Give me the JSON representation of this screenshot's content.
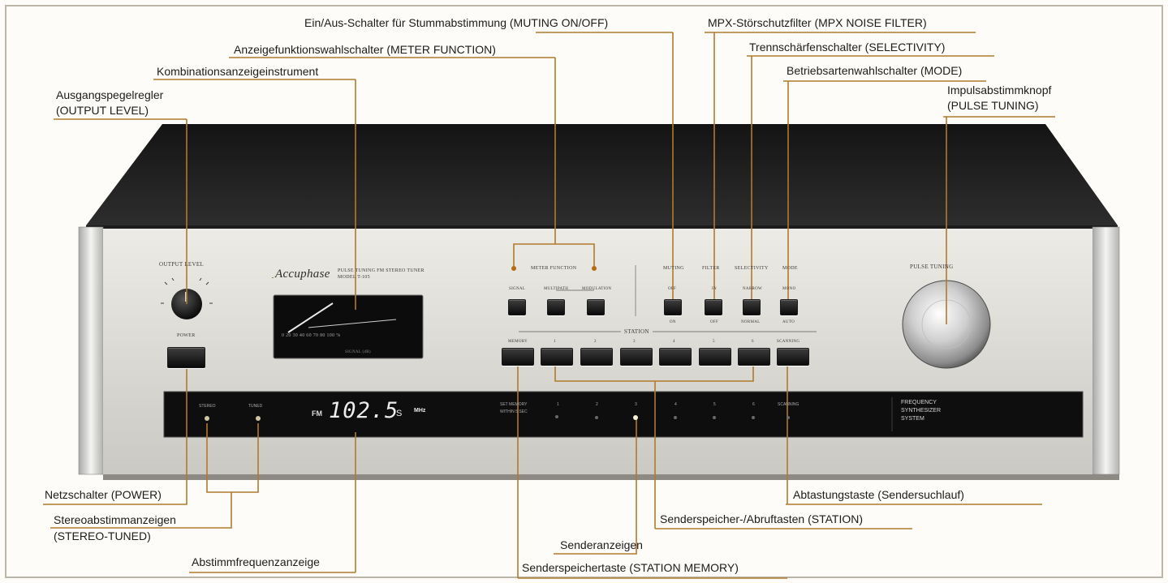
{
  "callouts": {
    "muting": "Ein/Aus-Schalter für Stummabstimmung (MUTING ON/OFF)",
    "mpx": "MPX-Störschutzfilter (MPX NOISE FILTER)",
    "meter_function": "Anzeigefunktionswahlschalter (METER FUNCTION)",
    "selectivity": "Trennschärfenschalter (SELECTIVITY)",
    "combination_meter": "Kombinationsanzeigeinstrument",
    "mode": "Betriebsartenwahlschalter (MODE)",
    "output_level_1": "Ausgangspegelregler",
    "output_level_2": "(OUTPUT LEVEL)",
    "pulse_tuning_1": "Impulsabstimmknopf",
    "pulse_tuning_2": "(PULSE TUNING)",
    "power": "Netzschalter (POWER)",
    "scanning": "Abtastungstaste (Sendersuchlauf)",
    "stereo_tuned_1": "Stereoabstimmanzeigen",
    "stereo_tuned_2": "(STEREO-TUNED)",
    "station_keys": "Senderspeicher-/Abruftasten (STATION)",
    "station_indicators": "Senderanzeigen",
    "tuning_display": "Abstimmfrequenzanzeige",
    "station_memory": "Senderspeichertaste (STATION MEMORY)"
  },
  "panel": {
    "output_level": "OUTPUT LEVEL",
    "power": "POWER",
    "brand": "Accuphase",
    "model_line1": "PULSE TUNING FM STEREO TUNER",
    "model_line2": "MODEL T-105",
    "meter_function": "METER FUNCTION",
    "meter_signal": "SIGNAL",
    "meter_multipath": "MULTIPATH",
    "meter_modulation": "MODULATION",
    "meter_scale": "0  20 30    40   60  70  80    100  %",
    "meter_caption": "SIGNAL (dB)",
    "muting": "MUTING",
    "filter": "FILTER",
    "selectivity": "SELECTIVITY",
    "mode": "MODE",
    "muting_off": "OFF",
    "muting_on": "ON",
    "filter_in": "IN",
    "filter_off": "OFF",
    "sel_narrow": "NARROW",
    "sel_normal": "NORMAL",
    "mode_mono": "MONO",
    "mode_auto": "AUTO",
    "station": "STATION",
    "station_memory": "MEMORY",
    "station_keys": [
      "1",
      "2",
      "3",
      "4",
      "5",
      "6"
    ],
    "scanning": "SCANNING",
    "pulse_tuning": "PULSE TUNING",
    "display_stereo": "STEREO",
    "display_tuned": "TUNED",
    "display_fm": "FM",
    "display_freq": "102.5",
    "display_suffix": "S",
    "display_unit": "MHz",
    "display_set_memory_1": "SET MEMORY",
    "display_set_memory_2": "WITHIN 5 SEC",
    "display_stations": [
      "1",
      "2",
      "3",
      "4",
      "5",
      "6"
    ],
    "display_scanning": "SCANNING",
    "fss_1": "FREQUENCY",
    "fss_2": "SYNTHESIZER",
    "fss_3": "SYSTEM"
  }
}
